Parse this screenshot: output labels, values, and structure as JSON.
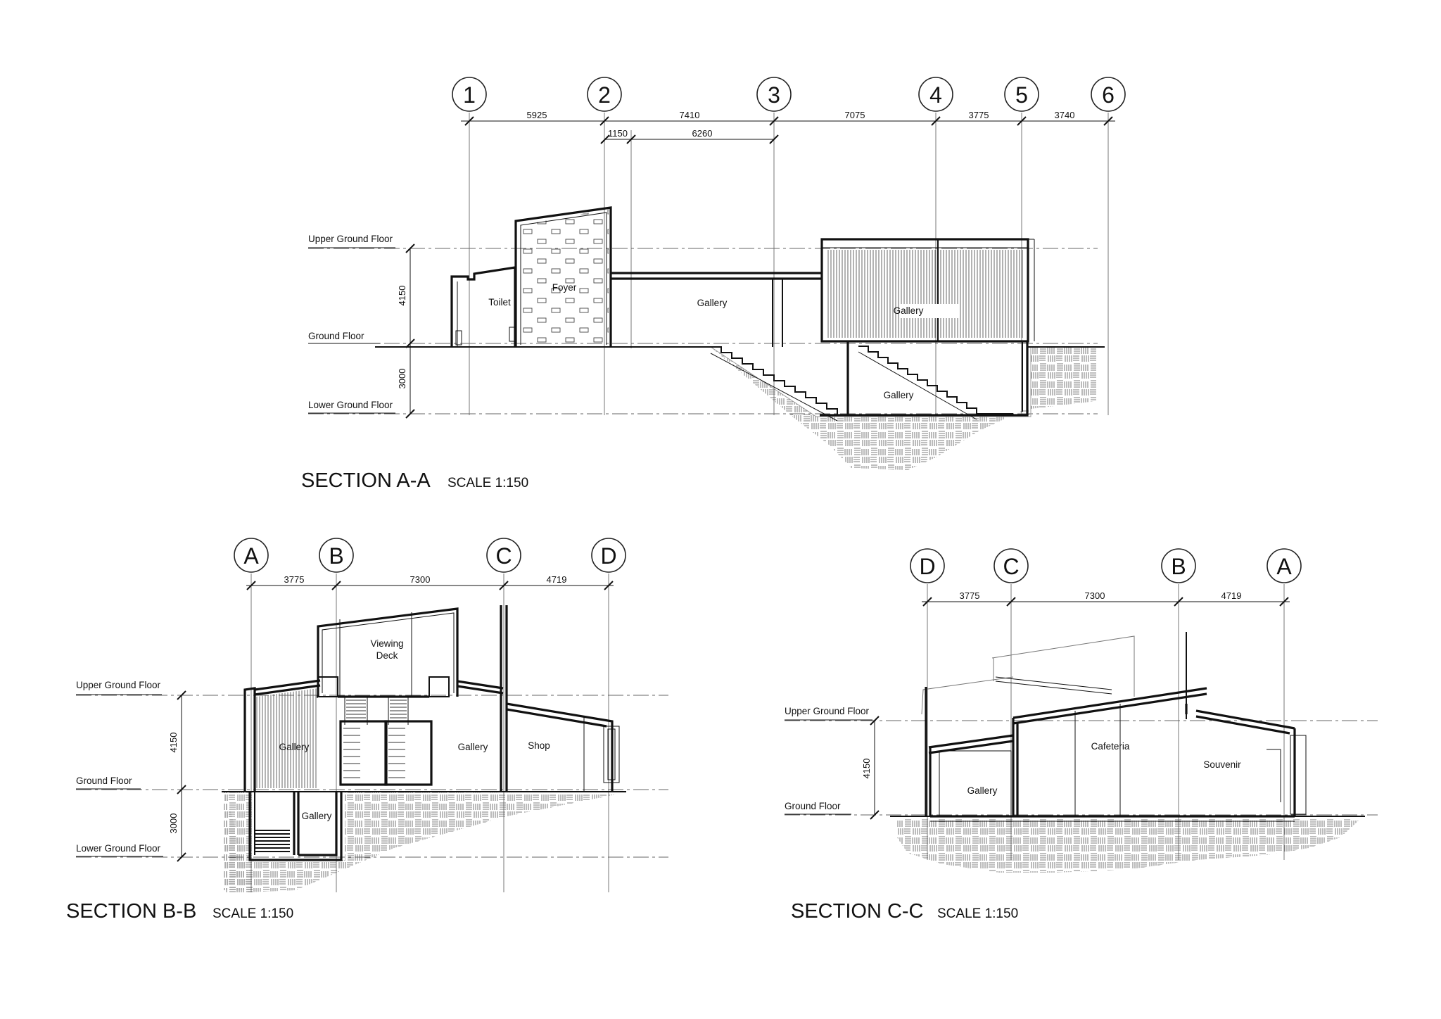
{
  "section_aa": {
    "title": "SECTION A-A",
    "scale": "SCALE 1:150",
    "grids": [
      "1",
      "2",
      "3",
      "4",
      "5",
      "6"
    ],
    "dims_top": [
      "5925",
      "7410",
      "7075",
      "3775",
      "3740"
    ],
    "dims_sub": [
      "1150",
      "6260"
    ],
    "levels": [
      "Upper Ground Floor",
      "Ground Floor",
      "Lower Ground Floor"
    ],
    "heights": [
      "4150",
      "3000"
    ],
    "rooms": [
      "Toilet",
      "Foyer",
      "Gallery",
      "Gallery",
      "Gallery"
    ]
  },
  "section_bb": {
    "title": "SECTION B-B",
    "scale": "SCALE 1:150",
    "grids": [
      "A",
      "B",
      "C",
      "D"
    ],
    "dims": [
      "3775",
      "7300",
      "4719"
    ],
    "levels": [
      "Upper Ground Floor",
      "Ground Floor",
      "Lower Ground Floor"
    ],
    "heights": [
      "4150",
      "3000"
    ],
    "rooms": [
      "Viewing",
      "Deck",
      "Gallery",
      "Gallery",
      "Shop",
      "Gallery"
    ]
  },
  "section_cc": {
    "title": "SECTION C-C",
    "scale": "SCALE 1:150",
    "grids": [
      "D",
      "C",
      "B",
      "A"
    ],
    "dims": [
      "3775",
      "7300",
      "4719"
    ],
    "levels": [
      "Upper Ground Floor",
      "Ground Floor"
    ],
    "heights": [
      "4150"
    ],
    "rooms": [
      "Cafeteria",
      "Souvenir",
      "Gallery"
    ]
  }
}
